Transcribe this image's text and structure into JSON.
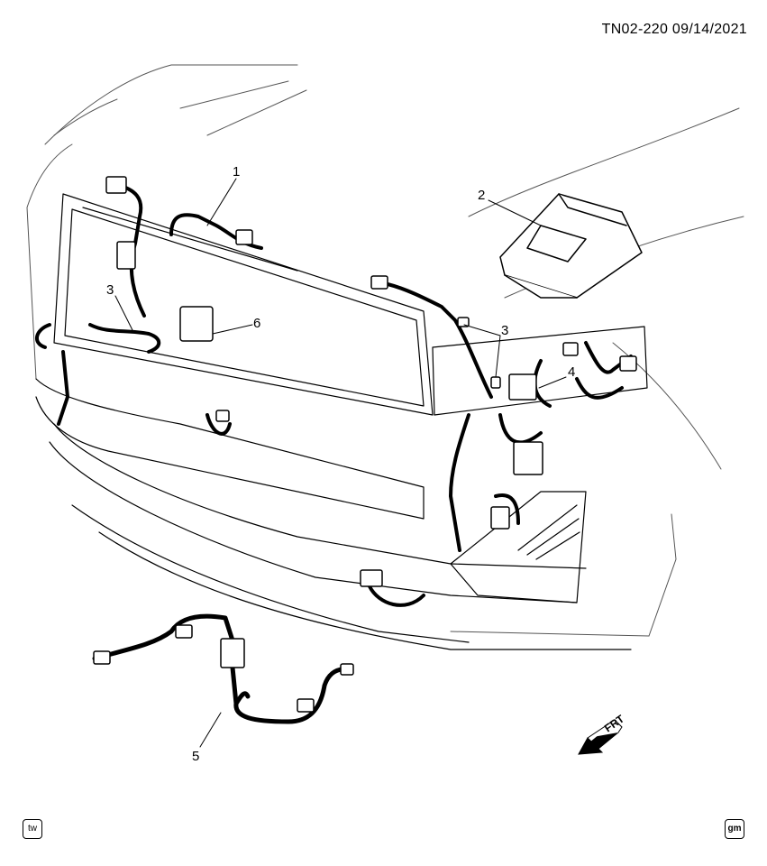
{
  "header": {
    "diagram_id": "TN02-220 09/14/2021"
  },
  "callouts": [
    {
      "label": "1"
    },
    {
      "label": "2"
    },
    {
      "label": "3"
    },
    {
      "label": "3"
    },
    {
      "label": "4"
    },
    {
      "label": "5"
    },
    {
      "label": "6"
    }
  ],
  "direction_indicator": {
    "label": "FRT"
  },
  "footer": {
    "left_badge": "tw",
    "right_badge": "gm"
  }
}
